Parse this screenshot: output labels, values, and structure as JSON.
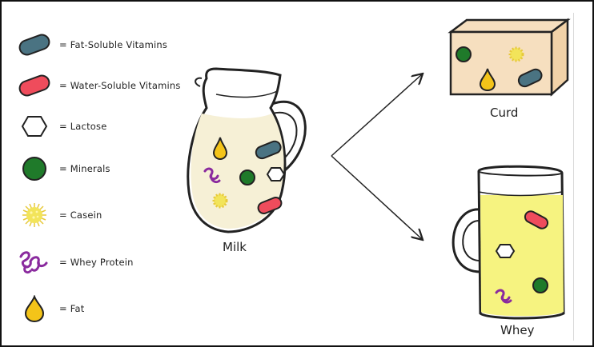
{
  "legend": [
    {
      "icon": "fat-soluble-vitamin-icon",
      "color": "#4a7382",
      "label": "= Fat-Soluble Vitamins"
    },
    {
      "icon": "water-soluble-vitamin-icon",
      "color": "#ef4c5c",
      "label": "= Water-Soluble Vitamins"
    },
    {
      "icon": "lactose-icon",
      "color": "#ffffff",
      "label": "= Lactose"
    },
    {
      "icon": "minerals-icon",
      "color": "#1f7a2a",
      "label": "= Minerals"
    },
    {
      "icon": "casein-icon",
      "color": "#f2e45a",
      "label": "= Casein"
    },
    {
      "icon": "whey-protein-icon",
      "color": "#8a2a9e",
      "label": "= Whey Protein"
    },
    {
      "icon": "fat-icon",
      "color": "#f4c419",
      "label": "= Fat"
    }
  ],
  "labels": {
    "milk": "Milk",
    "curd": "Curd",
    "whey": "Whey"
  },
  "colors": {
    "milk_fill": "#f6f0d6",
    "curd_fill": "#f6dfbf",
    "whey_fill": "#f6f380",
    "outline": "#222222"
  }
}
